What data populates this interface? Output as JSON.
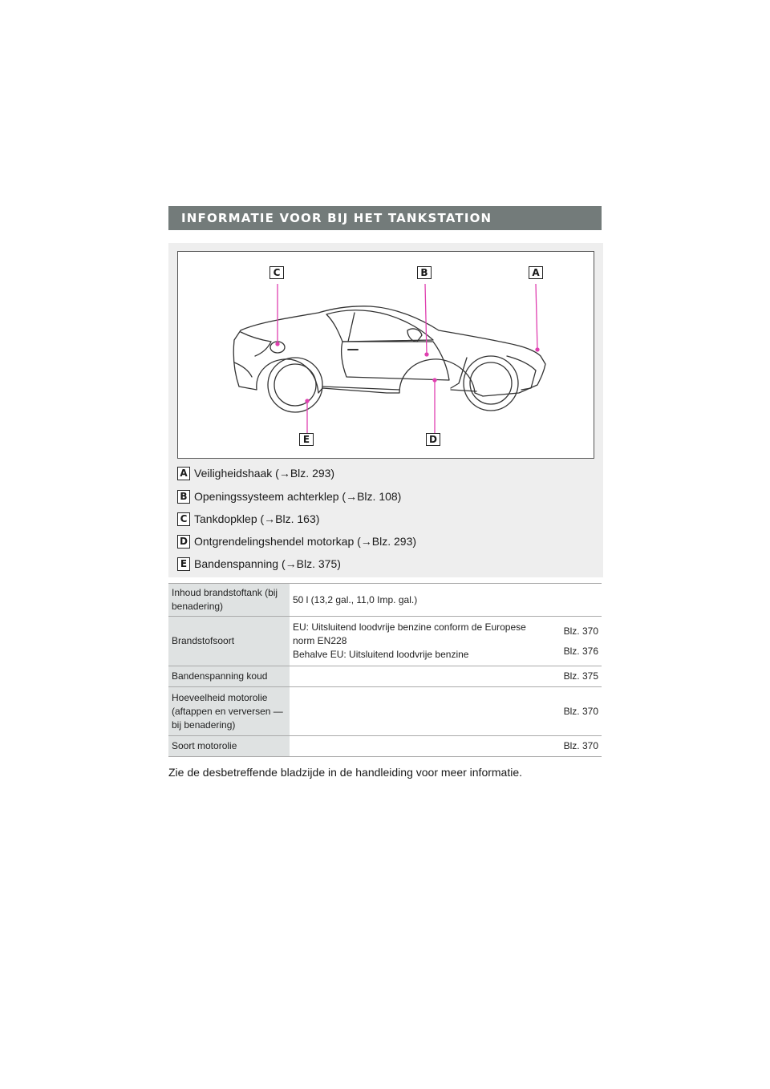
{
  "section": {
    "title": "INFORMATIE VOOR BIJ HET TANKSTATION"
  },
  "diagram": {
    "callouts": {
      "A": "A",
      "B": "B",
      "C": "C",
      "D": "D",
      "E": "E"
    },
    "colors": {
      "pointer": "#e040b0",
      "outline": "#333333"
    }
  },
  "legend": [
    {
      "badge": "A",
      "text": "Veiligheidshaak (→Blz. 293)"
    },
    {
      "badge": "B",
      "text": "Openingssysteem achterklep (→Blz. 108)"
    },
    {
      "badge": "C",
      "text": "Tankdopklep (→Blz. 163)"
    },
    {
      "badge": "D",
      "text": "Ontgrendelingshendel motorkap (→Blz. 293)"
    },
    {
      "badge": "E",
      "text": "Bandenspanning (→Blz. 375)"
    }
  ],
  "table": {
    "rows": [
      {
        "label": "Inhoud brandstoftank (bij benadering)",
        "value": "50 l (13,2 gal., 11,0 Imp. gal.)",
        "refs": []
      },
      {
        "label": "Brandstofsoort",
        "value_lines": [
          "EU: Uitsluitend loodvrije benzine conform de Europese norm EN228",
          "Behalve EU: Uitsluitend loodvrije benzine"
        ],
        "refs": [
          "Blz. 370",
          "Blz. 376"
        ]
      },
      {
        "label": "Bandenspanning koud",
        "value": "",
        "refs": [
          "Blz. 375"
        ]
      },
      {
        "label": "Hoeveelheid motorolie (aftappen en verversen — bij benadering)",
        "value": "",
        "refs": [
          "Blz. 370"
        ]
      },
      {
        "label": "Soort motorolie",
        "value": "",
        "refs": [
          "Blz. 370"
        ]
      }
    ]
  },
  "footnote": "Zie de desbetreffende bladzijde in de handleiding voor meer informatie."
}
